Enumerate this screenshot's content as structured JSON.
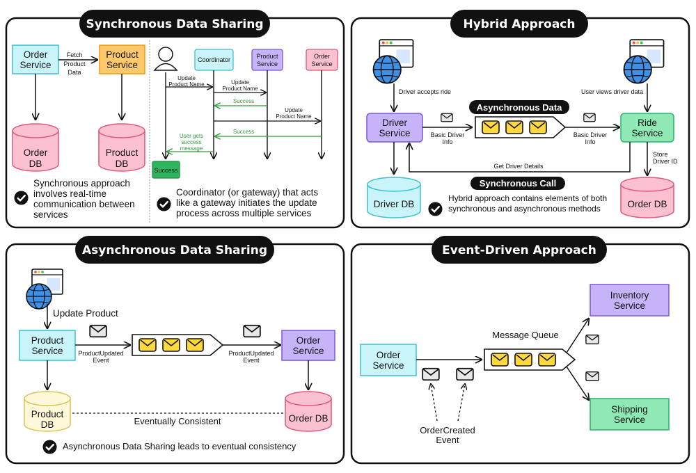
{
  "sync": {
    "title": "Synchronous Data Sharing",
    "order_service": [
      "Order",
      "Service"
    ],
    "product_service": [
      "Product",
      "Service"
    ],
    "fetch_label": [
      "Fetch",
      "Product",
      "Data"
    ],
    "order_db": [
      "Order",
      "DB"
    ],
    "product_db": [
      "Product",
      "DB"
    ],
    "note": [
      "Synchronous approach",
      "involves real-time",
      "communication between",
      "services"
    ],
    "coordinator": "Coordinator",
    "product_service_small": [
      "Product",
      "Service"
    ],
    "order_service_small": [
      "Order",
      "Service"
    ],
    "update_product_name": [
      "Update",
      "Product Name"
    ],
    "success": "Success",
    "user_gets_success": [
      "User gets",
      "success",
      "message"
    ],
    "success_box": "Success",
    "coordinator_note": [
      "Coordinator (or gateway) that acts",
      "like a gateway initiates the update",
      "process across multiple services"
    ]
  },
  "hybrid": {
    "title": "Hybrid Approach",
    "driver_accepts": "Driver accepts ride",
    "user_views": "User views driver data",
    "driver_service": [
      "Driver",
      "Service"
    ],
    "ride_service": [
      "Ride",
      "Service"
    ],
    "async_data": "Asynchronous Data",
    "basic_driver_info": [
      "Basic Driver",
      "Info"
    ],
    "store_driver_id": [
      "Store",
      "Driver ID"
    ],
    "get_driver_details": "Get Driver Details",
    "sync_call": "Synchronous Call",
    "driver_db": "Driver DB",
    "order_db": "Order DB",
    "note": [
      "Hybrid approach contains elements of both",
      "synchronous and asynchronous methods"
    ]
  },
  "async": {
    "title": "Asynchronous Data Sharing",
    "update_product": "Update Product",
    "product_service": [
      "Product",
      "Service"
    ],
    "order_service": [
      "Order",
      "Service"
    ],
    "product_updated_event": [
      "ProductUpdated",
      "Event"
    ],
    "product_db": [
      "Product",
      "DB"
    ],
    "order_db": "Order DB",
    "eventually_consistent": "Eventually Consistent",
    "note": "Asynchronous Data Sharing leads to eventual consistency"
  },
  "event": {
    "title": "Event-Driven Approach",
    "order_service": [
      "Order",
      "Service"
    ],
    "message_queue": "Message Queue",
    "inventory_service": [
      "Inventory",
      "Service"
    ],
    "shipping_service": [
      "Shipping",
      "Service"
    ],
    "order_created_event": [
      "OrderCreated",
      "Event"
    ]
  },
  "colors": {
    "cyan": "#c9f4fa",
    "cyan_stroke": "#3dbfd0",
    "orange": "#ffc96b",
    "orange_stroke": "#e89a1c",
    "purple": "#c7b3f7",
    "purple_stroke": "#7b58d6",
    "pink": "#fbc1d1",
    "pink_stroke": "#e0577c",
    "green": "#8ee9b4",
    "green_stroke": "#27b36a",
    "cream": "#fff8d9",
    "cream_stroke": "#d8c25a",
    "envelope": "#ffd83d"
  }
}
